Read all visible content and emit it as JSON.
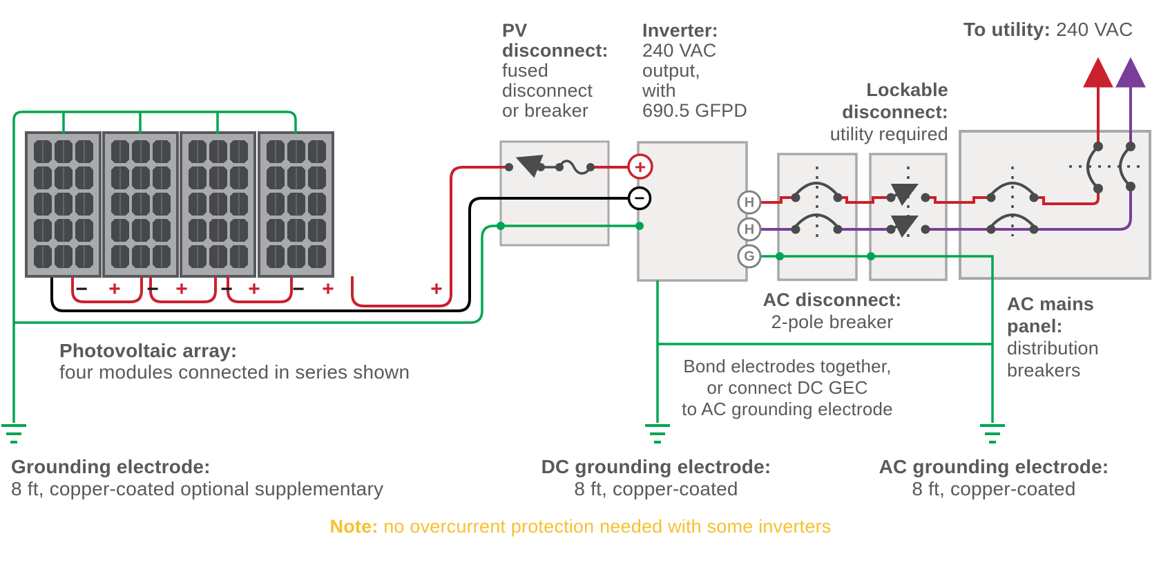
{
  "colors": {
    "wire_green": "#00a551",
    "wire_red": "#cb202d",
    "wire_purple": "#7a3e98",
    "wire_black": "#000000",
    "text_gray": "#58595b",
    "symbol_dark": "#4a4b4d",
    "note_yellow": "#f6c02e",
    "box_fill": "#f1efed",
    "box_stroke": "#a7a9ac",
    "module_fill": "#a8aaad",
    "module_border": "#58595b",
    "cell_dark": "#47484a"
  },
  "pv_array": {
    "caption_bold": "Photovoltaic array:",
    "caption_text": "four modules connected in series shown",
    "minus": "−",
    "plus": "+"
  },
  "pv_disconnect": {
    "lines_bold": [
      "PV",
      "disconnect:"
    ],
    "lines": [
      "fused",
      "disconnect",
      "or breaker"
    ]
  },
  "inverter": {
    "lines_bold": [
      "Inverter:"
    ],
    "lines": [
      "240 VAC",
      "output,",
      "with",
      "690.5 GFPD"
    ],
    "terminal_plus": "+",
    "terminal_minus": "−",
    "terminal_h1": "H",
    "terminal_h2": "H",
    "terminal_g": "G"
  },
  "to_utility": {
    "bold": "To utility:",
    "text": "240 VAC"
  },
  "lockable_disconnect": {
    "lines_bold": [
      "Lockable",
      "disconnect:"
    ],
    "lines": [
      "utility required"
    ]
  },
  "ac_disconnect": {
    "bold": "AC disconnect:",
    "text": "2-pole breaker"
  },
  "ac_mains_panel": {
    "lines_bold": [
      "AC mains",
      "panel:"
    ],
    "lines": [
      "distribution",
      "breakers"
    ]
  },
  "bond_note": {
    "lines": [
      "Bond electrodes together,",
      "or connect DC GEC",
      "to AC grounding electrode"
    ]
  },
  "grounding_electrode": {
    "bold": "Grounding electrode:",
    "text": "8 ft, copper-coated optional supplementary"
  },
  "dc_grounding_electrode": {
    "bold": "DC grounding electrode:",
    "text": "8 ft, copper-coated"
  },
  "ac_grounding_electrode": {
    "bold": "AC grounding electrode:",
    "text": "8 ft, copper-coated"
  },
  "note": {
    "bold": "Note:",
    "text": "no overcurrent protection needed with some inverters"
  }
}
